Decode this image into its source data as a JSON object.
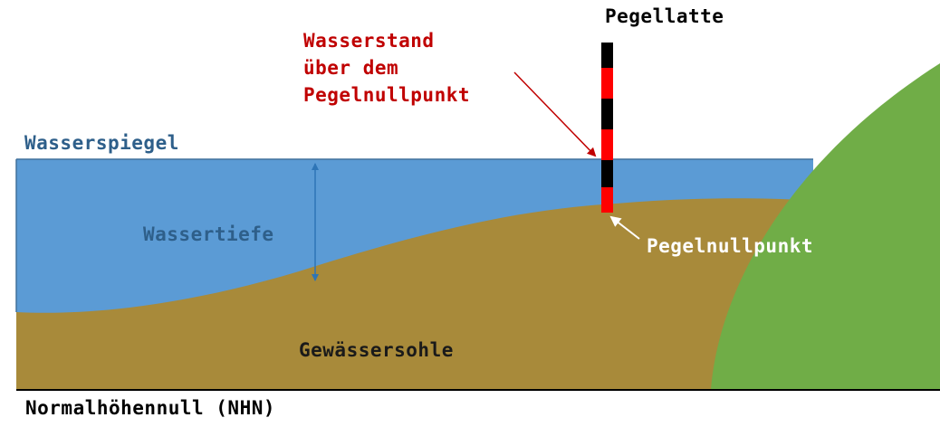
{
  "labels": {
    "gauge_staff": "Pegellatte",
    "water_level_line1": "Wasserstand",
    "water_level_line2": "über dem",
    "water_level_line3": "Pegelnullpunkt",
    "water_surface": "Wasserspiegel",
    "water_depth": "Wassertiefe",
    "gauge_zero": "Pegelnullpunkt",
    "riverbed": "Gewässersohle",
    "datum": "Normalhöhennull (NHN)"
  },
  "colors": {
    "water": "#5b9bd5",
    "riverbed": "#a88a3a",
    "bank": "#70ad47",
    "staff_red": "#ff0000",
    "staff_black": "#000000",
    "water_label": "#2e5f8a",
    "water_level_label": "#c00000",
    "gauge_zero_label": "#ffffff",
    "riverbed_label": "#1a1a1a",
    "datum_line": "#000000"
  },
  "icons": {
    "staff": "striped-gauge-staff",
    "depth_indicator": "double-arrow",
    "pointer": "arrow"
  }
}
